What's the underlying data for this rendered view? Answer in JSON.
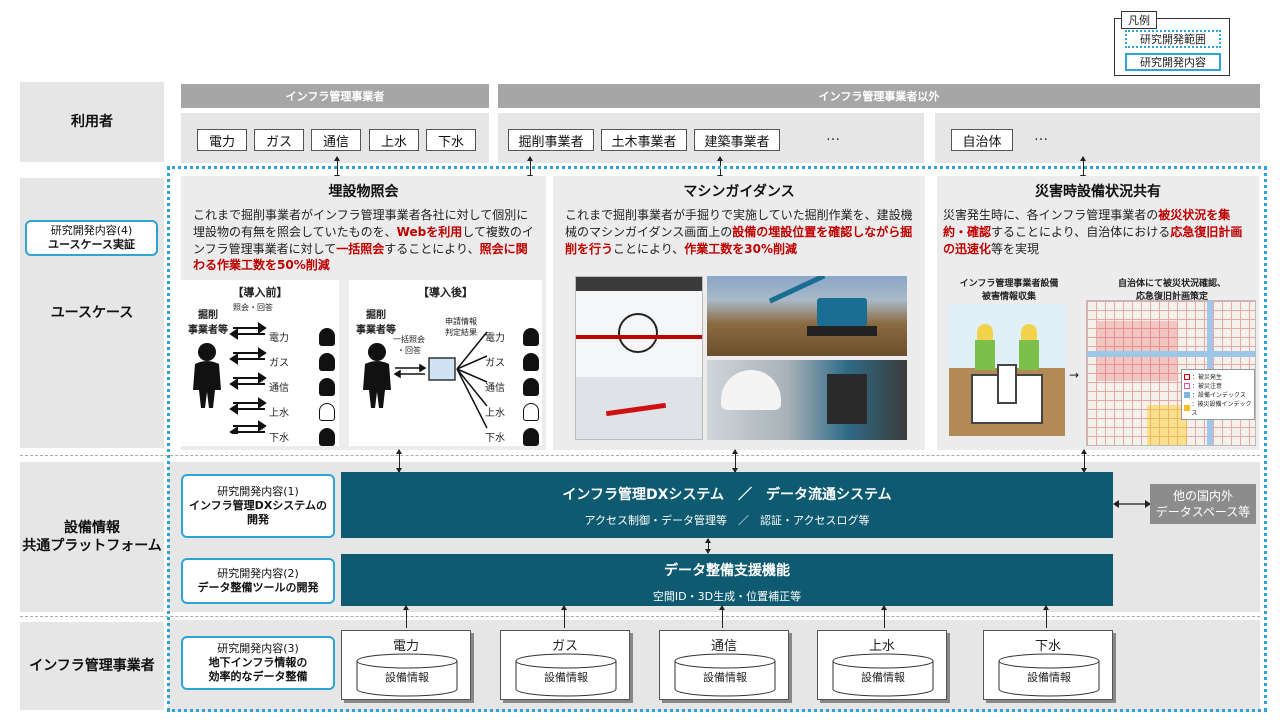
{
  "legend": {
    "title": "凡例",
    "scope": "研究開発範囲",
    "content": "研究開発内容"
  },
  "rows": {
    "users": "利用者",
    "usecase": "ユースケース",
    "platform_line1": "設備情報",
    "platform_line2": "共通プラットフォーム",
    "infra": "インフラ管理事業者"
  },
  "users": {
    "infra_header": "インフラ管理事業者",
    "non_infra_header": "インフラ管理事業者以外",
    "infra_chips": [
      "電力",
      "ガス",
      "通信",
      "上水",
      "下水"
    ],
    "non_infra_chips": [
      "掘削事業者",
      "土木事業者",
      "建築事業者"
    ],
    "ellipsis1": "…",
    "municipal_chip": "自治体",
    "ellipsis2": "…"
  },
  "rd4": {
    "line1": "研究開発内容(4)",
    "line2": "ユースケース実証"
  },
  "panel1": {
    "title": "埋設物照会",
    "text_a": "これまで掘削事業者がインフラ管理事業者各社に対して個別に埋設物の有無を照会していたものを、",
    "text_red1": "Webを利用",
    "text_b": "して複数のインフラ管理事業者に対して",
    "text_red2": "一括照会",
    "text_c": "することにより、",
    "text_red3": "照会に関わる作業工数を50%削減",
    "before_title": "【導入前】",
    "after_title": "【導入後】",
    "excavator_label": "掘削\n事業者等",
    "reply_label": "照会・回答",
    "bulk_label": "一括照会\n・回答",
    "apply_label": "申請情報\n判定結果",
    "utilities": [
      "電力",
      "ガス",
      "通信",
      "上水",
      "下水"
    ]
  },
  "panel2": {
    "title": "マシンガイダンス",
    "text_a": "これまで掘削事業者が手掘りで実施していた掘削作業を、建設機械のマシンガイダンス画面上の",
    "text_red1": "設備の埋設位置を確認しながら掘削を行う",
    "text_b": "ことにより、",
    "text_red2": "作業工数を30%削減"
  },
  "panel3": {
    "title": "災害時設備状況共有",
    "text_a": "災害発生時に、各インフラ管理事業者の",
    "text_red1": "被災状況を集約・確認",
    "text_b": "することにより、自治体における",
    "text_red2": "応急復旧計画の迅速化",
    "text_c": "等を実現",
    "sub1": "インフラ管理事業者設備\n被害情報収集",
    "sub2": "自治体にて被災状況確認、\n応急復旧計画策定",
    "map_legend": [
      "：被災発生",
      "：被災注意",
      "：設備インデックス",
      "：被災設備インデックス"
    ]
  },
  "rd1": {
    "line1": "研究開発内容(1)",
    "line2": "インフラ管理DXシステムの",
    "line3": "開発"
  },
  "rd2": {
    "line1": "研究開発内容(2)",
    "line2": "データ整備ツールの開発"
  },
  "rd3": {
    "line1": "研究開発内容(3)",
    "line2": "地下インフラ情報の",
    "line3": "効率的なデータ整備"
  },
  "dx_system": {
    "title": "インフラ管理DXシステム　／　データ流通システム",
    "sub": "アクセス制御・データ管理等　／　認証・アクセスログ等"
  },
  "data_support": {
    "title": "データ整備支援機能",
    "sub": "空間ID・3D生成・位置補正等"
  },
  "external": {
    "line1": "他の国内外",
    "line2": "データスペース等"
  },
  "databases": [
    {
      "label": "電力",
      "db": "設備情報"
    },
    {
      "label": "ガス",
      "db": "設備情報"
    },
    {
      "label": "通信",
      "db": "設備情報"
    },
    {
      "label": "上水",
      "db": "設備情報"
    },
    {
      "label": "下水",
      "db": "設備情報"
    }
  ],
  "colors": {
    "dx": "#0e5a70",
    "accent": "#2ea3d6",
    "red": "#c00000",
    "gray_header": "#a6a6a6"
  }
}
